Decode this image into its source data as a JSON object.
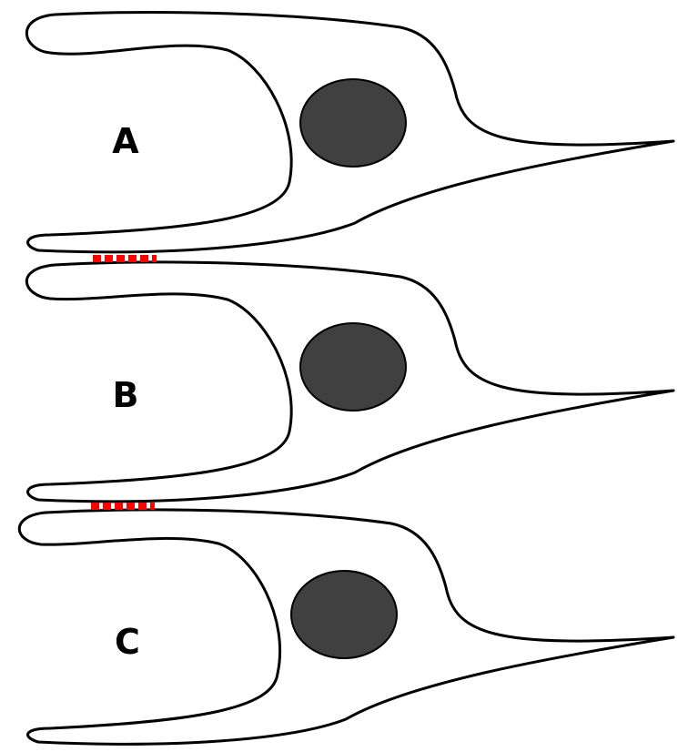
{
  "diagram": {
    "cells": [
      {
        "label": "A"
      },
      {
        "label": "B"
      },
      {
        "label": "C"
      }
    ],
    "junctions": [
      {
        "between": [
          "A",
          "B"
        ]
      },
      {
        "between": [
          "B",
          "C"
        ]
      }
    ],
    "colors": {
      "outline": "#000000",
      "cell_fill": "#ffffff",
      "nucleus": "#404040",
      "junction": "#ff0000"
    }
  }
}
